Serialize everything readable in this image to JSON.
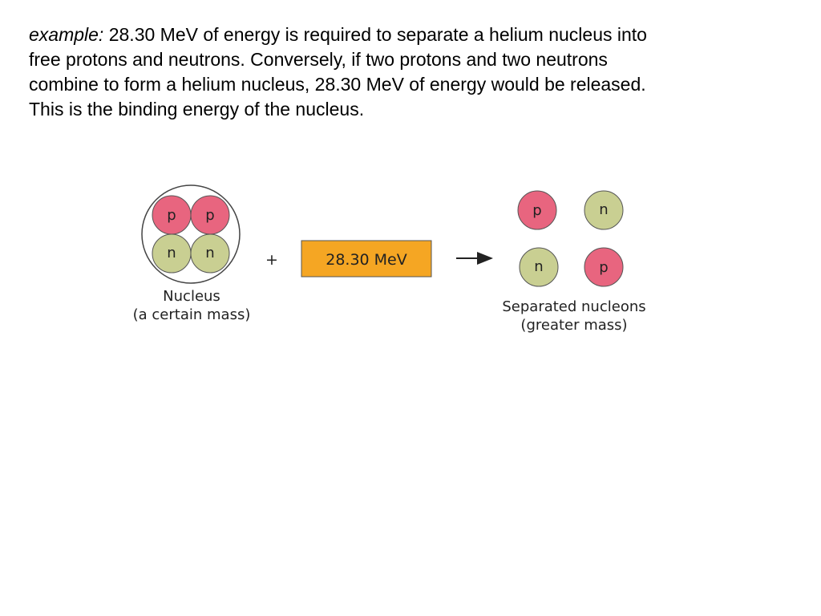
{
  "intro": {
    "lead": "example:",
    "line1_rest": " 28.30 MeV of energy is required to separate a helium nucleus into",
    "line2": "free protons and neutrons. Conversely, if two protons and two neutrons",
    "line3": "combine to form a helium nucleus, 28.30 MeV of energy would be released.",
    "line4": "This is the binding energy of the nucleus."
  },
  "diagram": {
    "proton_letter": "p",
    "neutron_letter": "n",
    "nucleus_caption_line1": "Nucleus",
    "nucleus_caption_line2": "(a certain mass)",
    "plus_sign": "+",
    "energy_label": "28.30 MeV",
    "separated_caption_line1": "Separated nucleons",
    "separated_caption_line2": "(greater mass)",
    "colors": {
      "proton": "#e8657f",
      "neutron": "#c9cf92",
      "energy_box": "#f5a623",
      "outline": "#444444"
    }
  }
}
